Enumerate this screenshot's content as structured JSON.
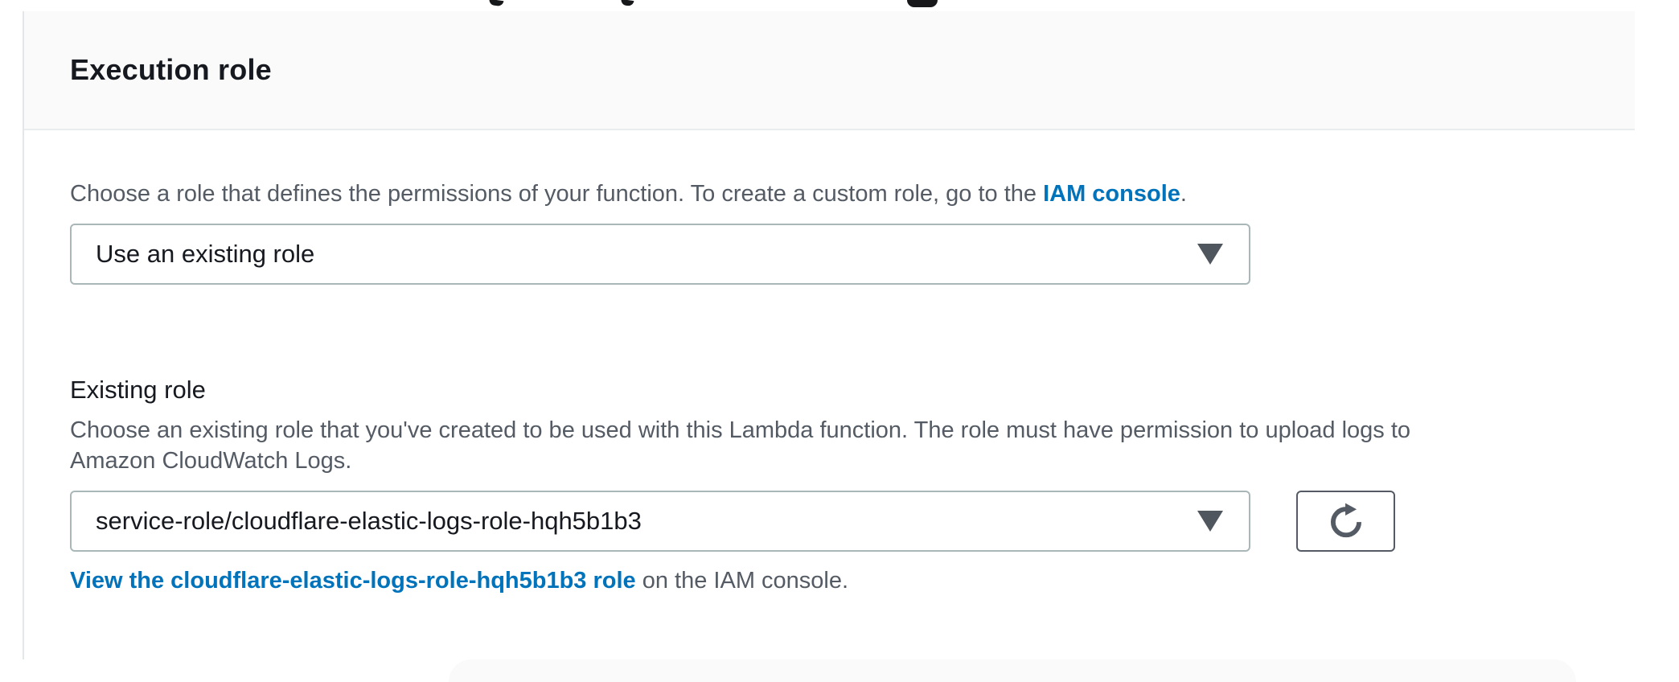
{
  "card": {
    "title": "Execution role"
  },
  "role_source": {
    "description_prefix": "Choose a role that defines the permissions of your function. To create a custom role, go to the ",
    "iam_console_link": "IAM console",
    "description_suffix": ".",
    "select_value": "Use an existing role"
  },
  "existing_role": {
    "label": "Existing role",
    "help_line1": "Choose an existing role that you've created to be used with this Lambda function. The role must have permission to upload logs to",
    "help_line2": "Amazon CloudWatch Logs.",
    "select_value": "service-role/cloudflare-elastic-logs-role-hqh5b1b3",
    "view_role_link": "View the cloudflare-elastic-logs-role-hqh5b1b3 role",
    "view_role_suffix": " on the IAM console."
  },
  "icons": {
    "caret": "chevron-down-icon",
    "refresh": "refresh-icon"
  },
  "colors": {
    "link_blue": "#0073bb",
    "text_dark": "#16191f",
    "text_secondary": "#545b64",
    "input_border": "#aab7b8",
    "header_bg": "#fafafa",
    "divider": "#eaeded"
  }
}
